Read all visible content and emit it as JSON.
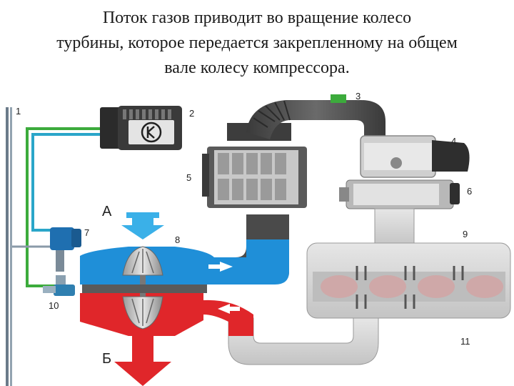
{
  "caption": {
    "line1": "Поток газов приводит во вращение колесо",
    "line2": "турбины, которое передается закрепленному на общем",
    "line3": "вале колесу компрессора."
  },
  "labels": {
    "n1": "1",
    "n2": "2",
    "n3": "3",
    "n4": "4",
    "n5": "5",
    "n6": "6",
    "n7": "7",
    "n8": "8",
    "n9": "9",
    "n10": "10",
    "n11": "11",
    "air_in": "А",
    "exhaust_out": "Б"
  },
  "colors": {
    "intake_blue": "#1f8fd8",
    "exhaust_red": "#e0262a",
    "pipe_gray": "#4a4a4a",
    "engine_gray": "#d6d6d6",
    "control_green": "#3cab3c",
    "control_cyan": "#2aa6c9",
    "piston_pink": "#cfa8a8"
  }
}
